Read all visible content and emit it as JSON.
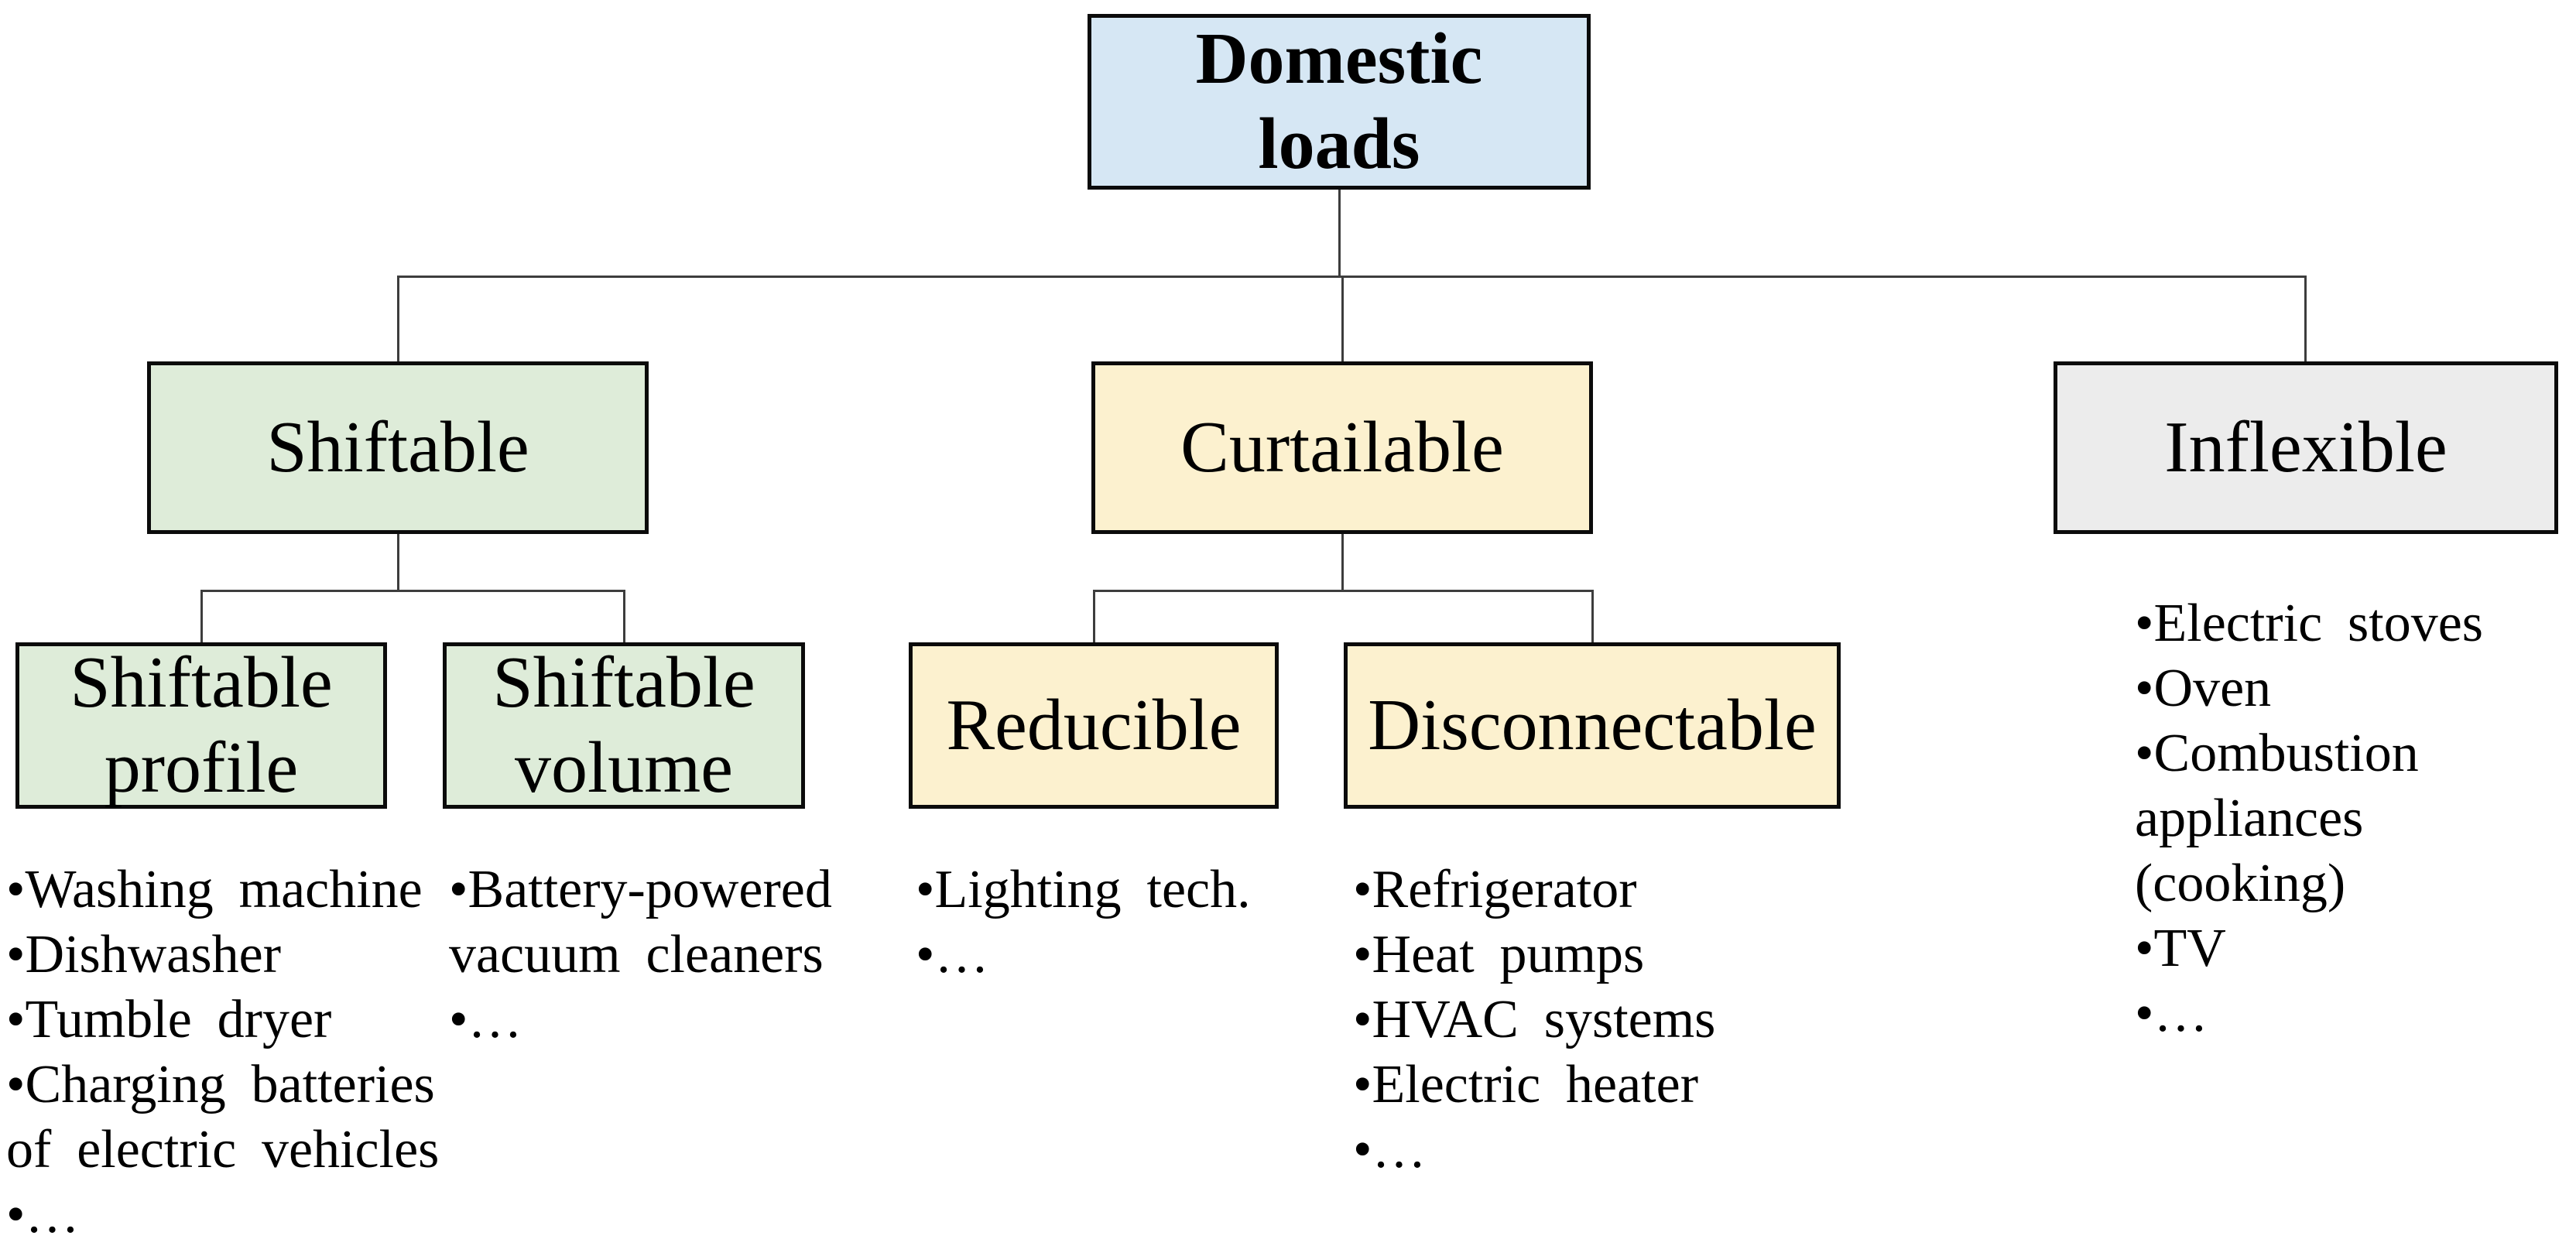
{
  "glyphs": {
    "bullet": "•"
  },
  "colors": {
    "root_fill": "#d6e7f4",
    "shiftable_fill": "#deecd9",
    "curtailable_fill": "#fcf1cf",
    "inflexible_fill": "#ececec",
    "connector": "#3d3d3d",
    "box_border": "#0b0b0b"
  },
  "nodes": {
    "domestic_loads": {
      "label": "Domestic\nloads"
    },
    "shiftable": {
      "label": "Shiftable"
    },
    "curtailable": {
      "label": "Curtailable"
    },
    "inflexible": {
      "label": "Inflexible"
    },
    "shiftable_profile": {
      "label": "Shiftable\nprofile"
    },
    "shiftable_volume": {
      "label": "Shiftable\nvolume"
    },
    "reducible": {
      "label": "Reducible"
    },
    "disconnectable": {
      "label": "Disconnectable"
    }
  },
  "lists": {
    "shiftable_profile": {
      "items": [
        "Washing machine",
        "Dishwasher",
        "Tumble dryer",
        "Charging batteries of electric vehicles",
        "…"
      ]
    },
    "shiftable_volume": {
      "items": [
        "Battery-powered vacuum cleaners",
        "…"
      ]
    },
    "reducible": {
      "items": [
        "Lighting tech.",
        "…"
      ]
    },
    "disconnectable": {
      "items": [
        "Refrigerator",
        "Heat pumps",
        "HVAC systems",
        "Electric heater",
        "…"
      ]
    },
    "inflexible": {
      "items": [
        "Electric stoves",
        "Oven",
        "Combustion appliances (cooking)",
        "TV",
        "…"
      ]
    }
  }
}
